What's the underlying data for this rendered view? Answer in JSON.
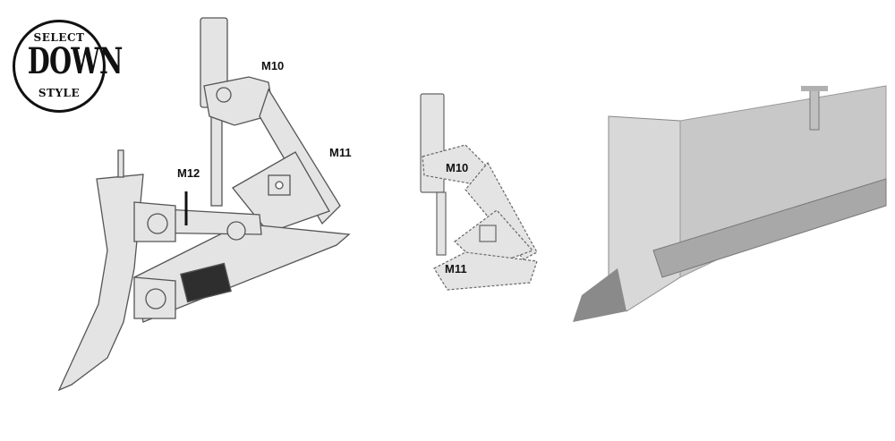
{
  "badge": {
    "line1": "SELECT",
    "line2": "DOWN",
    "line3": "STYLE"
  },
  "labels": {
    "left_m10": "M10",
    "left_m11": "M11",
    "left_m12": "M12",
    "mid_m10": "M10",
    "mid_m11": "M11"
  },
  "colors": {
    "part_fill": "#e4e4e4",
    "part_stroke": "#555555",
    "dark_block": "#2e2e2e",
    "render_light": "#d8d8d8",
    "render_dark": "#8a8a8a"
  }
}
